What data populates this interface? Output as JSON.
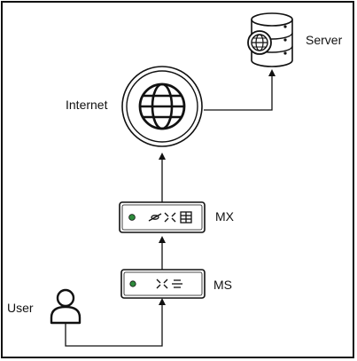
{
  "nodes": {
    "server": {
      "label": "Server",
      "icon": "database-server-icon"
    },
    "internet": {
      "label": "Internet",
      "icon": "globe-icon"
    },
    "mx": {
      "label": "MX",
      "icon": "security-appliance-icon"
    },
    "ms": {
      "label": "MS",
      "icon": "network-switch-icon"
    },
    "user": {
      "label": "User",
      "icon": "user-icon"
    }
  },
  "colors": {
    "stroke": "#111111",
    "status_led": "#2e8b3c",
    "background": "#ffffff"
  }
}
